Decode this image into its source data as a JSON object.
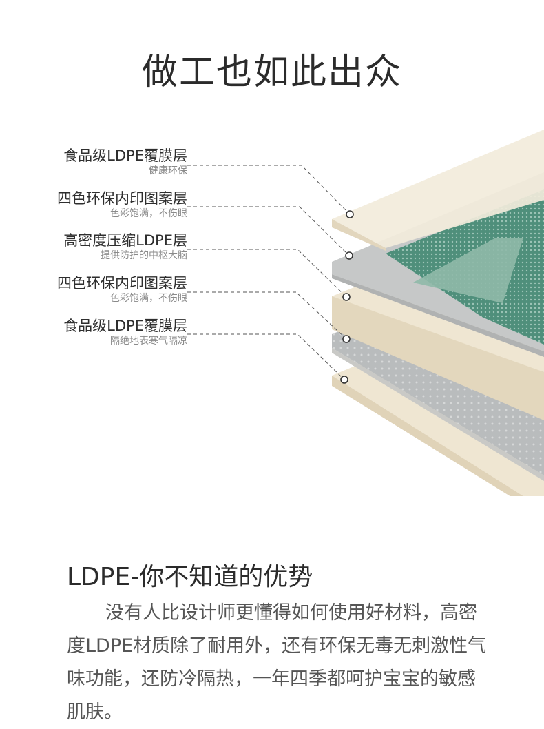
{
  "title": "做工也如此出众",
  "layers": [
    {
      "name": "食品级LDPE覆膜层",
      "desc": "健康环保"
    },
    {
      "name": "四色环保内印图案层",
      "desc": "色彩饱满，不伤眼"
    },
    {
      "name": "高密度压缩LDPE层",
      "desc": "提供防护的中枢大脑"
    },
    {
      "name": "四色环保内印图案层",
      "desc": "色彩饱满，不伤眼"
    },
    {
      "name": "食品级LDPE覆膜层",
      "desc": "隔绝地表寒气隔凉"
    }
  ],
  "section": {
    "title": "LDPE-你不知道的优势",
    "paragraph": "没有人比设计师更懂得如何使用好材料，高密度LDPE材质除了耐用外，还有环保无毒无刺激性气味功能，还防冷隔热，一年四季都呵护宝宝的敏感肌肤。"
  },
  "colors": {
    "cream": "#efe6d2",
    "cream_edge": "#e2d6bd",
    "green": "#4f8f7b",
    "gray_print": "#b9bcbd"
  }
}
